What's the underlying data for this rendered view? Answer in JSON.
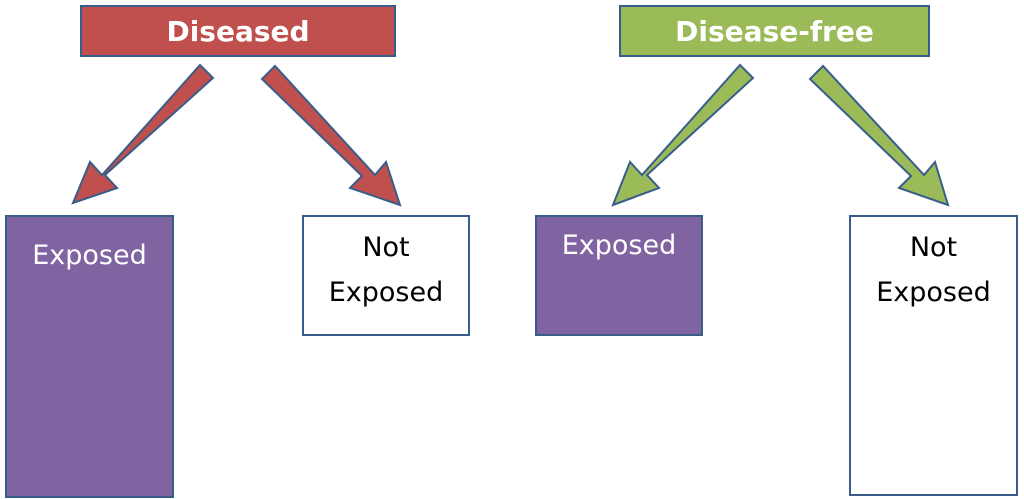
{
  "diseased": {
    "label": "Diseased",
    "color": "#c0504d",
    "exposed": [
      "Exposed"
    ],
    "not_exposed": [
      "Not",
      "Exposed"
    ]
  },
  "disease_free": {
    "label": "Disease-free",
    "color": "#9bbb59",
    "exposed": [
      "Exposed"
    ],
    "not_exposed": [
      "Not",
      "Exposed"
    ]
  },
  "colors": {
    "exposed_fill": "#8064a2",
    "outline": "#385d8a"
  }
}
